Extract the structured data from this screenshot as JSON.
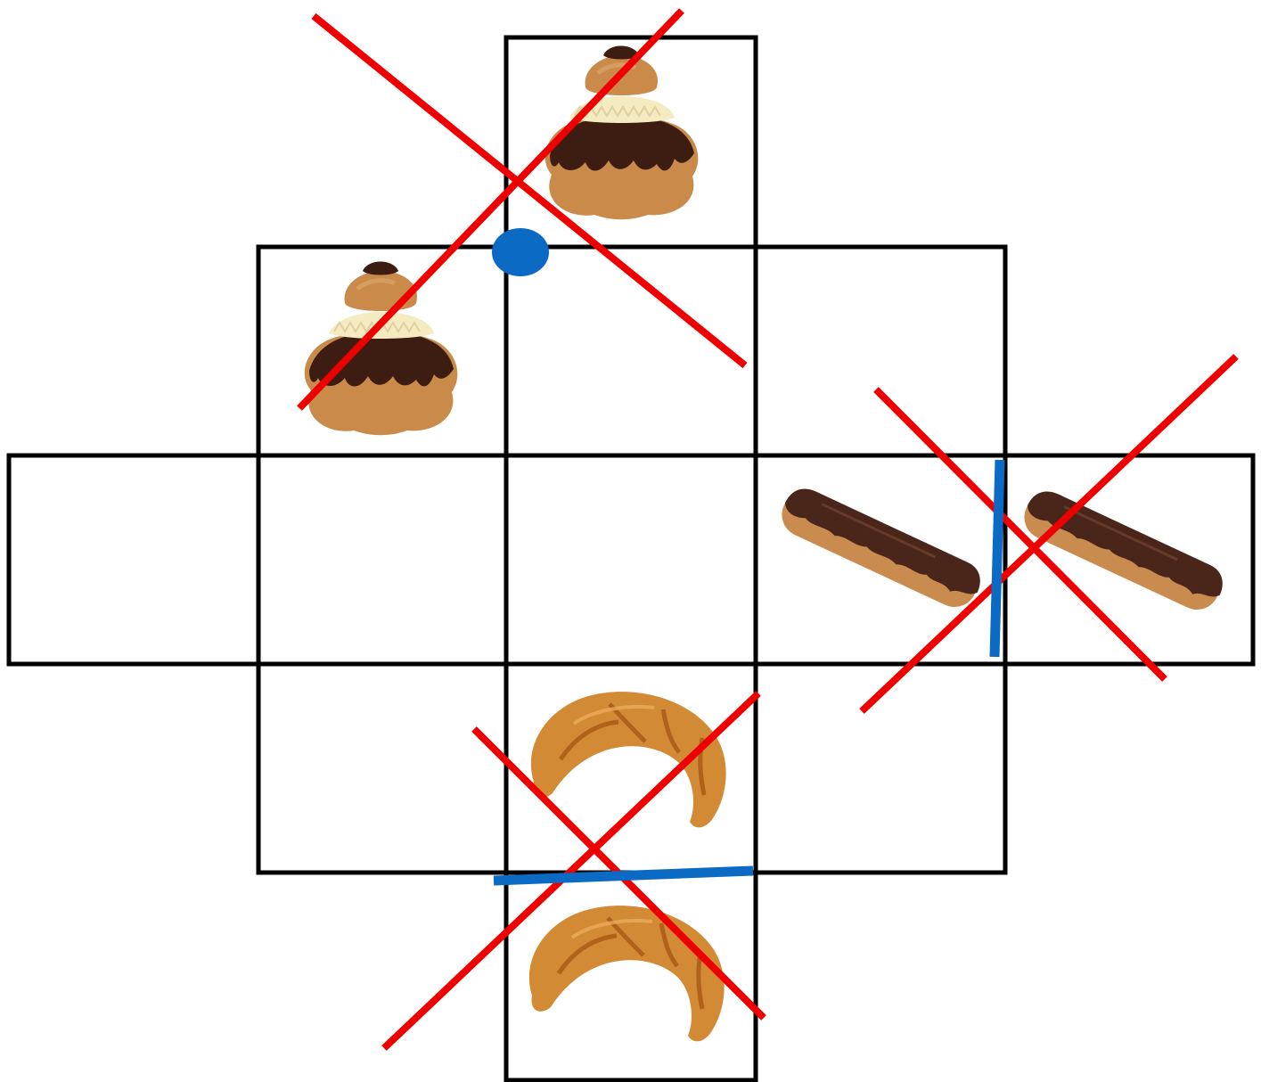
{
  "colors": {
    "background": "#ffffff",
    "grid_line": "#000000",
    "cross_mark": "#ee0000",
    "divider_mark": "#0a6ac4",
    "choux_pastry": "#c98a4a",
    "choux_highlight": "#e0ab6c",
    "chocolate": "#3d1c12",
    "cream": "#f4ecc0",
    "croissant": "#d38a34",
    "croissant_dark": "#b0621a",
    "eclair_dough": "#c98c4e",
    "eclair_icing": "#4a261a"
  },
  "cells": [
    {
      "name": "cell-top",
      "pastry": "religieuse-icon",
      "crossed": true
    },
    {
      "name": "cell-upper-left",
      "pastry": "religieuse-icon",
      "crossed": true
    },
    {
      "name": "cell-upper-center",
      "pastry": null,
      "crossed": false
    },
    {
      "name": "cell-upper-right",
      "pastry": null,
      "crossed": false
    },
    {
      "name": "cell-middle-1",
      "pastry": null,
      "crossed": false
    },
    {
      "name": "cell-middle-2",
      "pastry": null,
      "crossed": false
    },
    {
      "name": "cell-middle-3",
      "pastry": null,
      "crossed": false
    },
    {
      "name": "cell-middle-4",
      "pastry": "eclair-icon",
      "crossed": true
    },
    {
      "name": "cell-middle-5",
      "pastry": "eclair-icon",
      "crossed": true
    },
    {
      "name": "cell-lower-left",
      "pastry": null,
      "crossed": false
    },
    {
      "name": "cell-lower-center",
      "pastry": "croissant-icon",
      "crossed": true
    },
    {
      "name": "cell-lower-right",
      "pastry": null,
      "crossed": false
    },
    {
      "name": "cell-bottom",
      "pastry": "croissant-icon",
      "crossed": true
    }
  ],
  "markers": [
    {
      "name": "blue-dot-marker",
      "shape": "dot"
    },
    {
      "name": "blue-line-vertical",
      "shape": "line"
    },
    {
      "name": "blue-line-horizontal",
      "shape": "line"
    }
  ]
}
